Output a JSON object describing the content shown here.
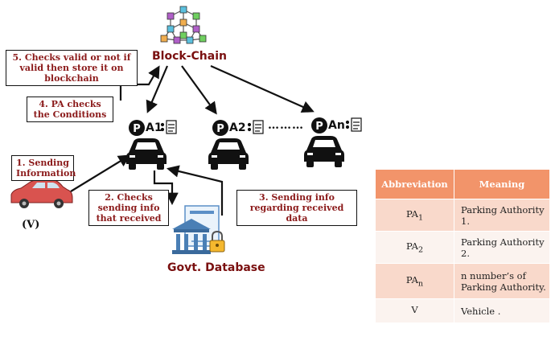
{
  "blockchain_label": "Block-Chain",
  "database_label": "Govt. Database",
  "vehicle_label": "(V)",
  "authorities": [
    {
      "badge": "P",
      "label": "A1"
    },
    {
      "badge": "P",
      "label": "A2"
    },
    {
      "badge": "P",
      "label": "An"
    }
  ],
  "ellipsis": "………",
  "steps": {
    "s1": "1. Sending Information",
    "s2": "2. Checks sending info that received",
    "s3": "3. Sending info regarding received data",
    "s4": "4. PA checks the Conditions",
    "s5": "5. Checks valid or not if valid then store it on blockchain"
  },
  "table": {
    "headers": [
      "Abbreviation",
      "Meaning"
    ],
    "rows": [
      {
        "abbr": "PA",
        "sub": "1",
        "meaning": "Parking Authority 1."
      },
      {
        "abbr": "PA",
        "sub": "2",
        "meaning": "Parking Authority 2."
      },
      {
        "abbr": "PA",
        "sub": "n",
        "meaning": "n number’s of Parking Authority."
      },
      {
        "abbr": "V",
        "sub": "",
        "meaning": "Vehicle ."
      }
    ]
  },
  "colors": {
    "accent_text": "#8b1a1a",
    "table_header": "#f2946a",
    "table_row_pink": "#f9d9cb",
    "car_red": "#d9534f",
    "car_black": "#111111"
  },
  "icons": [
    "blockchain-network-icon",
    "parking-badge-icon",
    "document-icon",
    "car-icon",
    "database-building-icon",
    "lock-icon"
  ]
}
